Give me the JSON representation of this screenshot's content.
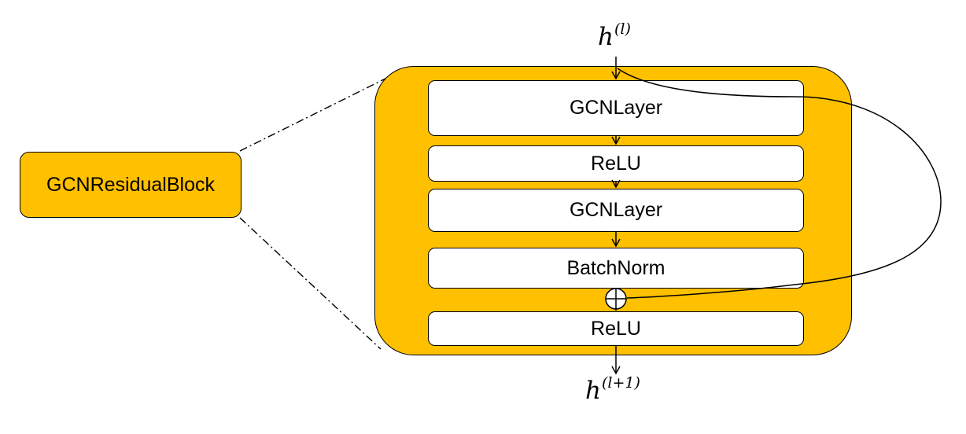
{
  "block": {
    "label": "GCNResidualBlock"
  },
  "layers": [
    {
      "label": "GCNLayer"
    },
    {
      "label": "ReLU"
    },
    {
      "label": "GCNLayer"
    },
    {
      "label": "BatchNorm"
    },
    {
      "label": "ReLU"
    }
  ],
  "input": {
    "base": "h",
    "superscript": "(l)"
  },
  "output": {
    "base": "h",
    "superscript": "(l+1)"
  },
  "colors": {
    "block_fill": "#FFC000",
    "layer_fill": "#FFFFFF",
    "stroke": "#000000"
  }
}
